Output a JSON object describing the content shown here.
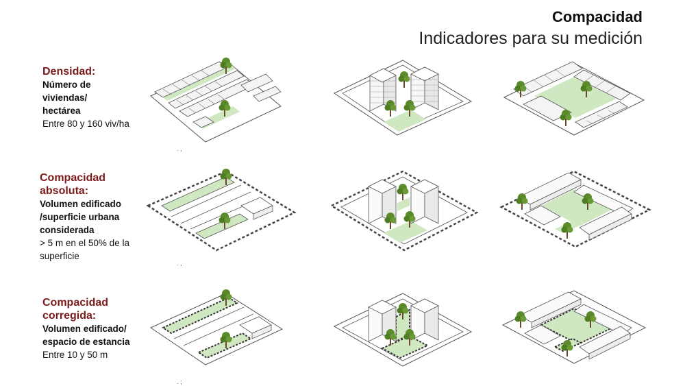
{
  "header": {
    "title": "Compacidad",
    "subtitle": "Indicadores para su medición"
  },
  "rows": [
    {
      "heading": "Densidad:",
      "bold_text": "Número de viviendas/ hectárea",
      "plain_text": "Entre 80 y 160 viv/ha"
    },
    {
      "heading": "Compacidad absoluta:",
      "bold_text": "Volumen edificado /superficie urbana considerada",
      "plain_text": "> 5 m  en el 50% de la superficie"
    },
    {
      "heading": "Compacidad corregida:",
      "bold_text": "Volumen edificado/ espacio de estancia",
      "plain_text": "Entre 10 y 50 m"
    }
  ],
  "colors": {
    "heading": "#7a1a1a",
    "green_space": "#cfe8c2",
    "tree": "#5a8a2a",
    "trunk": "#6b4a2a"
  }
}
